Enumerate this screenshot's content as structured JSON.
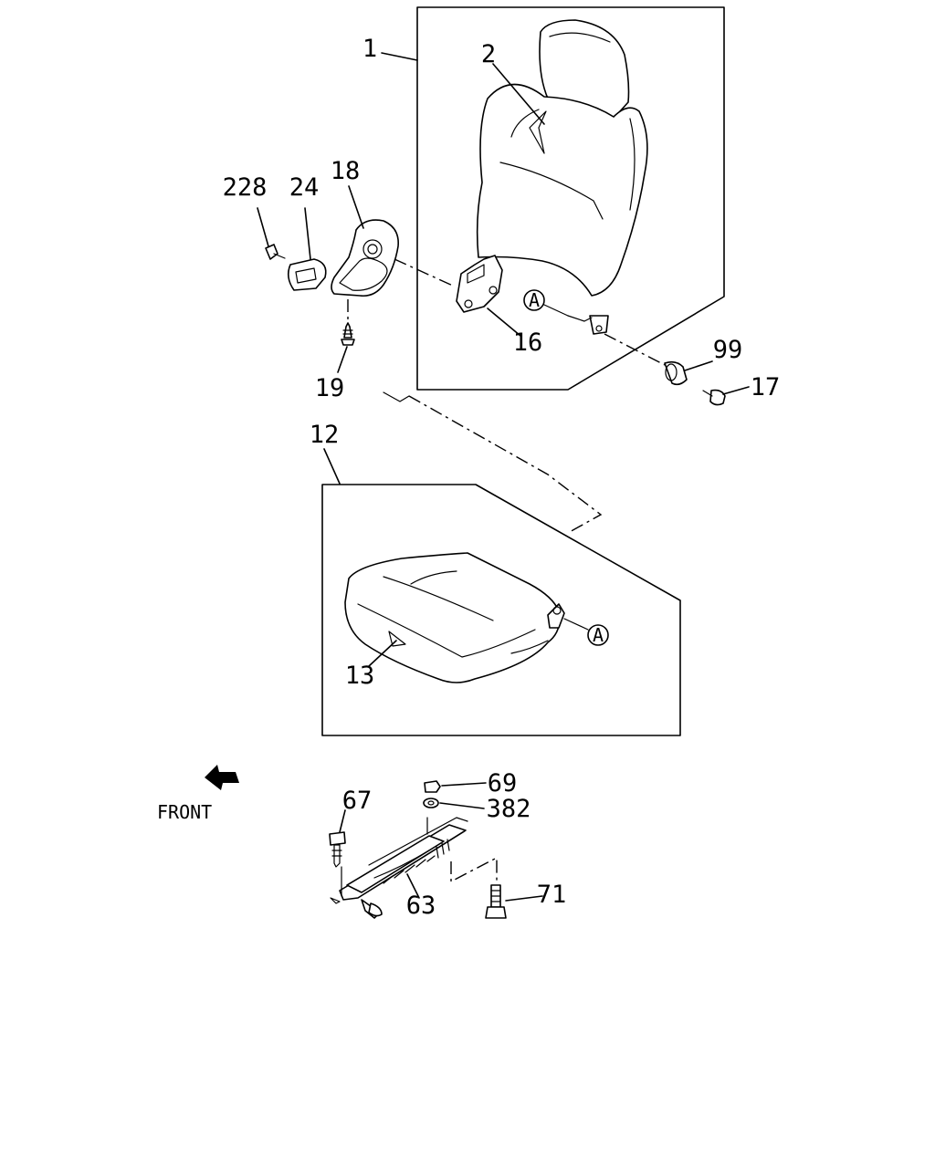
{
  "callouts": {
    "c1": "1",
    "c2": "2",
    "c228": "228",
    "c24": "24",
    "c18": "18",
    "c16": "16",
    "c19": "19",
    "c99": "99",
    "c17": "17",
    "c12": "12",
    "c13": "13",
    "c67": "67",
    "c69": "69",
    "c382": "382",
    "c63": "63",
    "c71": "71"
  },
  "reference_marks": {
    "upper": "A",
    "lower": "A"
  },
  "direction": {
    "label": "FRONT"
  }
}
